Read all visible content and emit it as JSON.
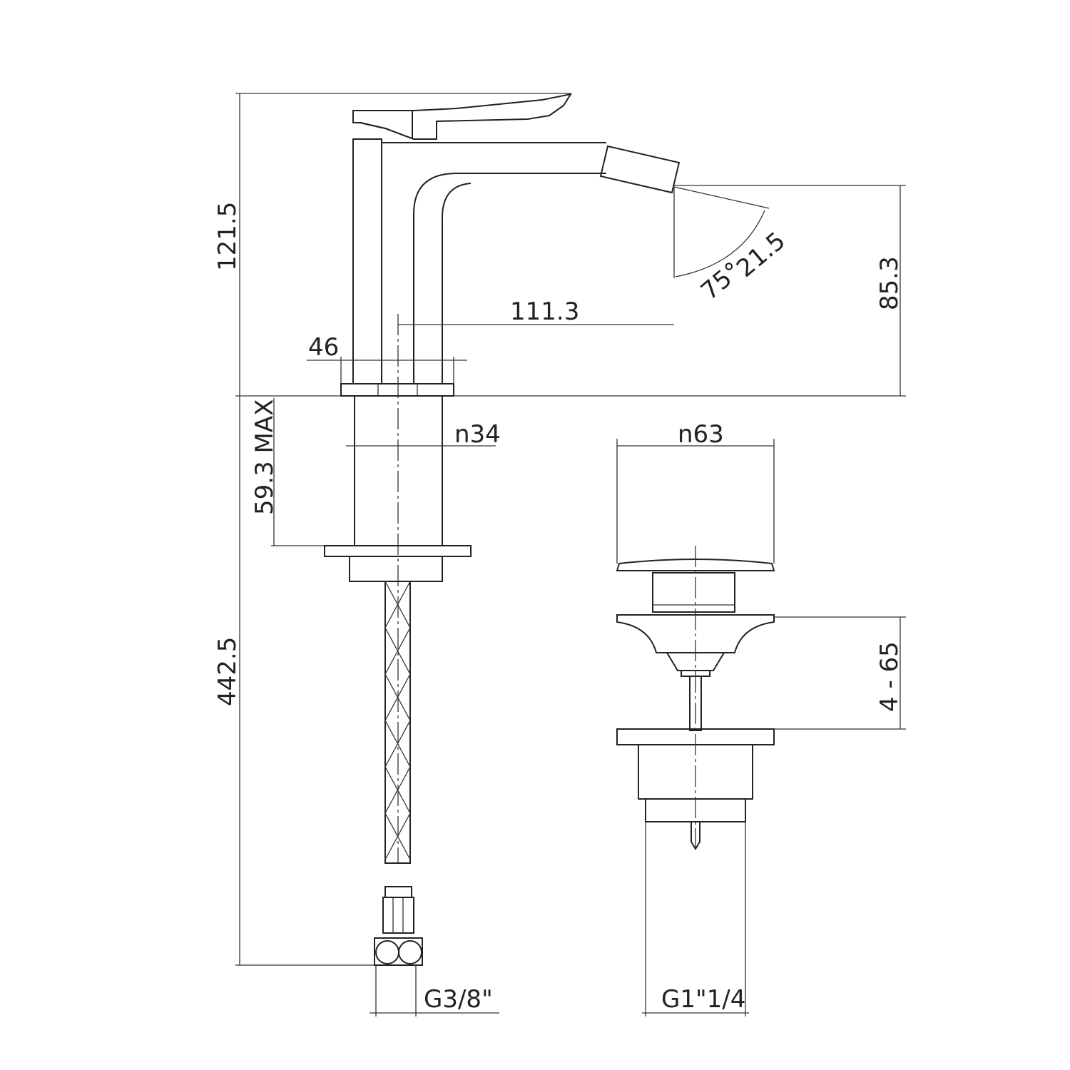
{
  "drawing": {
    "faucet": {
      "overall_height": "121.5",
      "spout_outlet_height": "85.3",
      "spout_angle": "75°",
      "spout_angle_length": "21.5",
      "spout_reach": "111.3",
      "base_width": "46",
      "shank_diameter": "n34",
      "max_deck_thickness": "59.3 MAX",
      "hose_length": "442.5",
      "hose_connection": "G3/8\""
    },
    "drain": {
      "cap_diameter": "n63",
      "thickness_range": "4 - 65",
      "thread": "G1\"1/4"
    }
  }
}
